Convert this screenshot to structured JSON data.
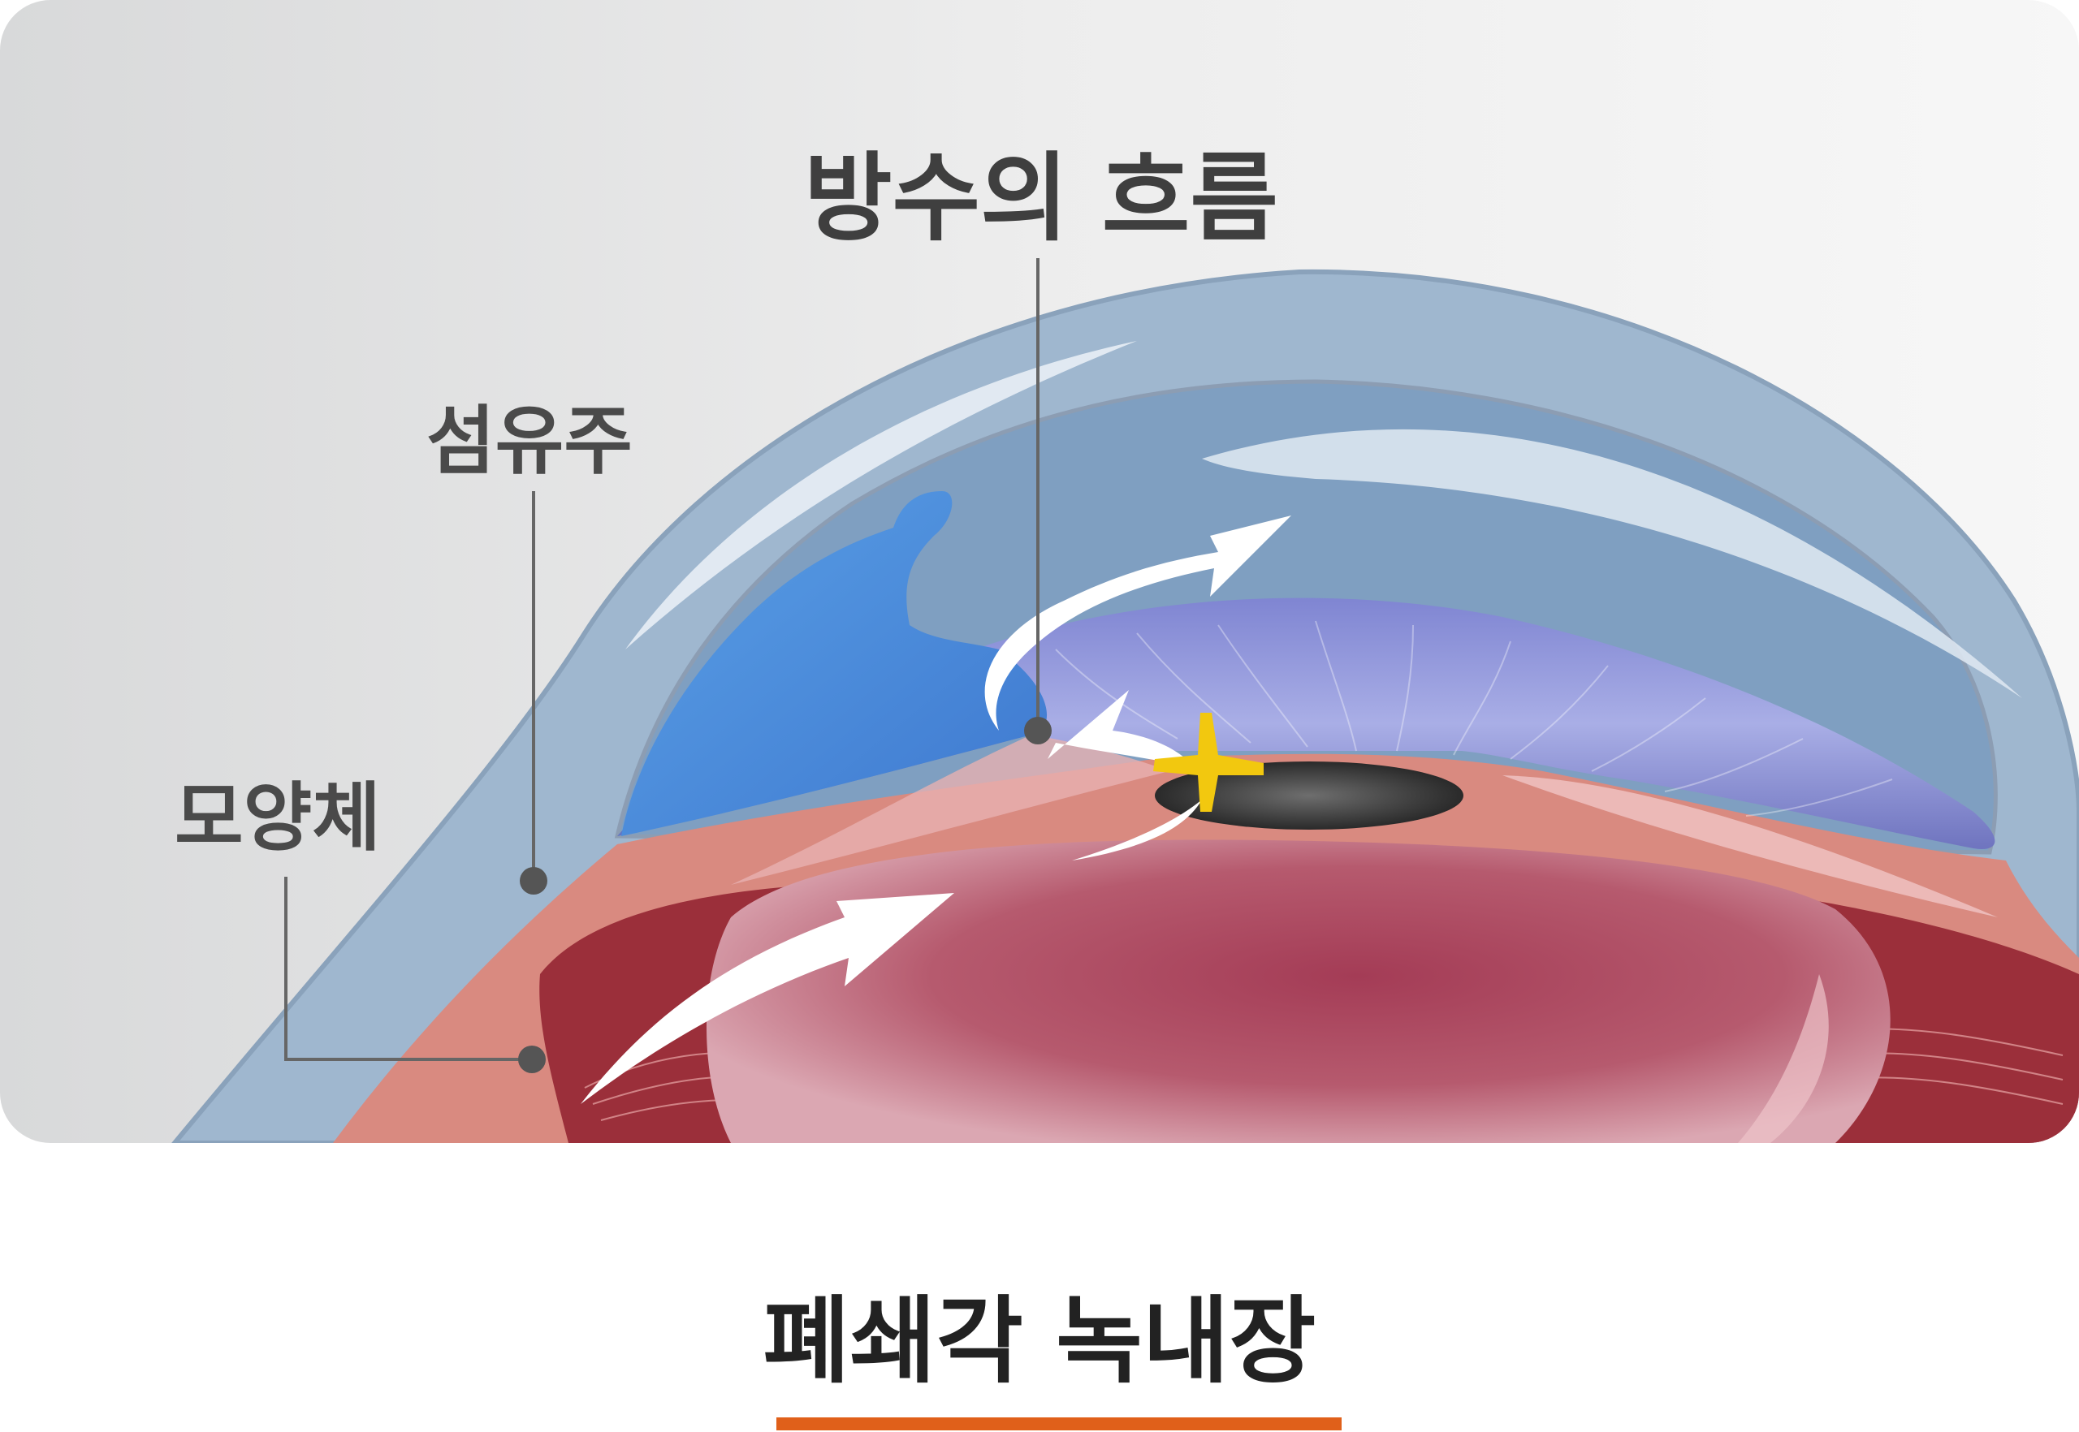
{
  "labels": {
    "aqueous_flow": "방수의 흐름",
    "trabecular_meshwork": "섬유주",
    "ciliary_body": "모양체"
  },
  "caption": "폐쇄각 녹내장",
  "colors": {
    "background_panel": "#ececec",
    "cornea": "#9fb7cf",
    "iris": "#8f95d9",
    "ciliary_tissue": "#d98a80",
    "lens": "#b2485c",
    "trabecular_blue": "#4f8fdc",
    "blockage_mark": "#f2c80f",
    "accent_underline": "#e0601a"
  },
  "icons": {
    "flow_arrows": "curved-arrow-icon",
    "blockage": "x-mark-icon"
  }
}
